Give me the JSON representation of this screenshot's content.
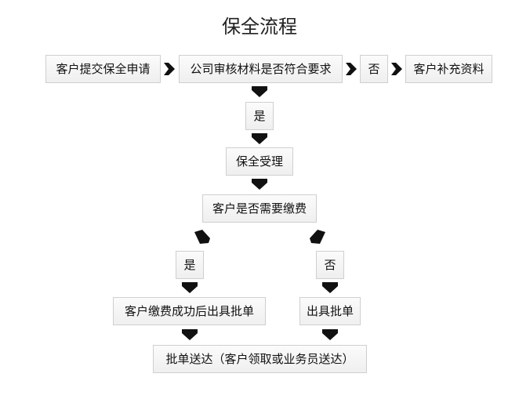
{
  "title": "保全流程",
  "nodes": {
    "apply": "客户提交保全申请",
    "review": "公司审核材料是否符合要求",
    "no1": "否",
    "supplement": "客户补充资料",
    "yes1": "是",
    "accept": "保全受理",
    "need_pay": "客户是否需要缴费",
    "yes2": "是",
    "no2": "否",
    "pay_issue": "客户缴费成功后出具批单",
    "issue": "出具批单",
    "deliver": "批单送达（客户领取或业务员送达）"
  }
}
